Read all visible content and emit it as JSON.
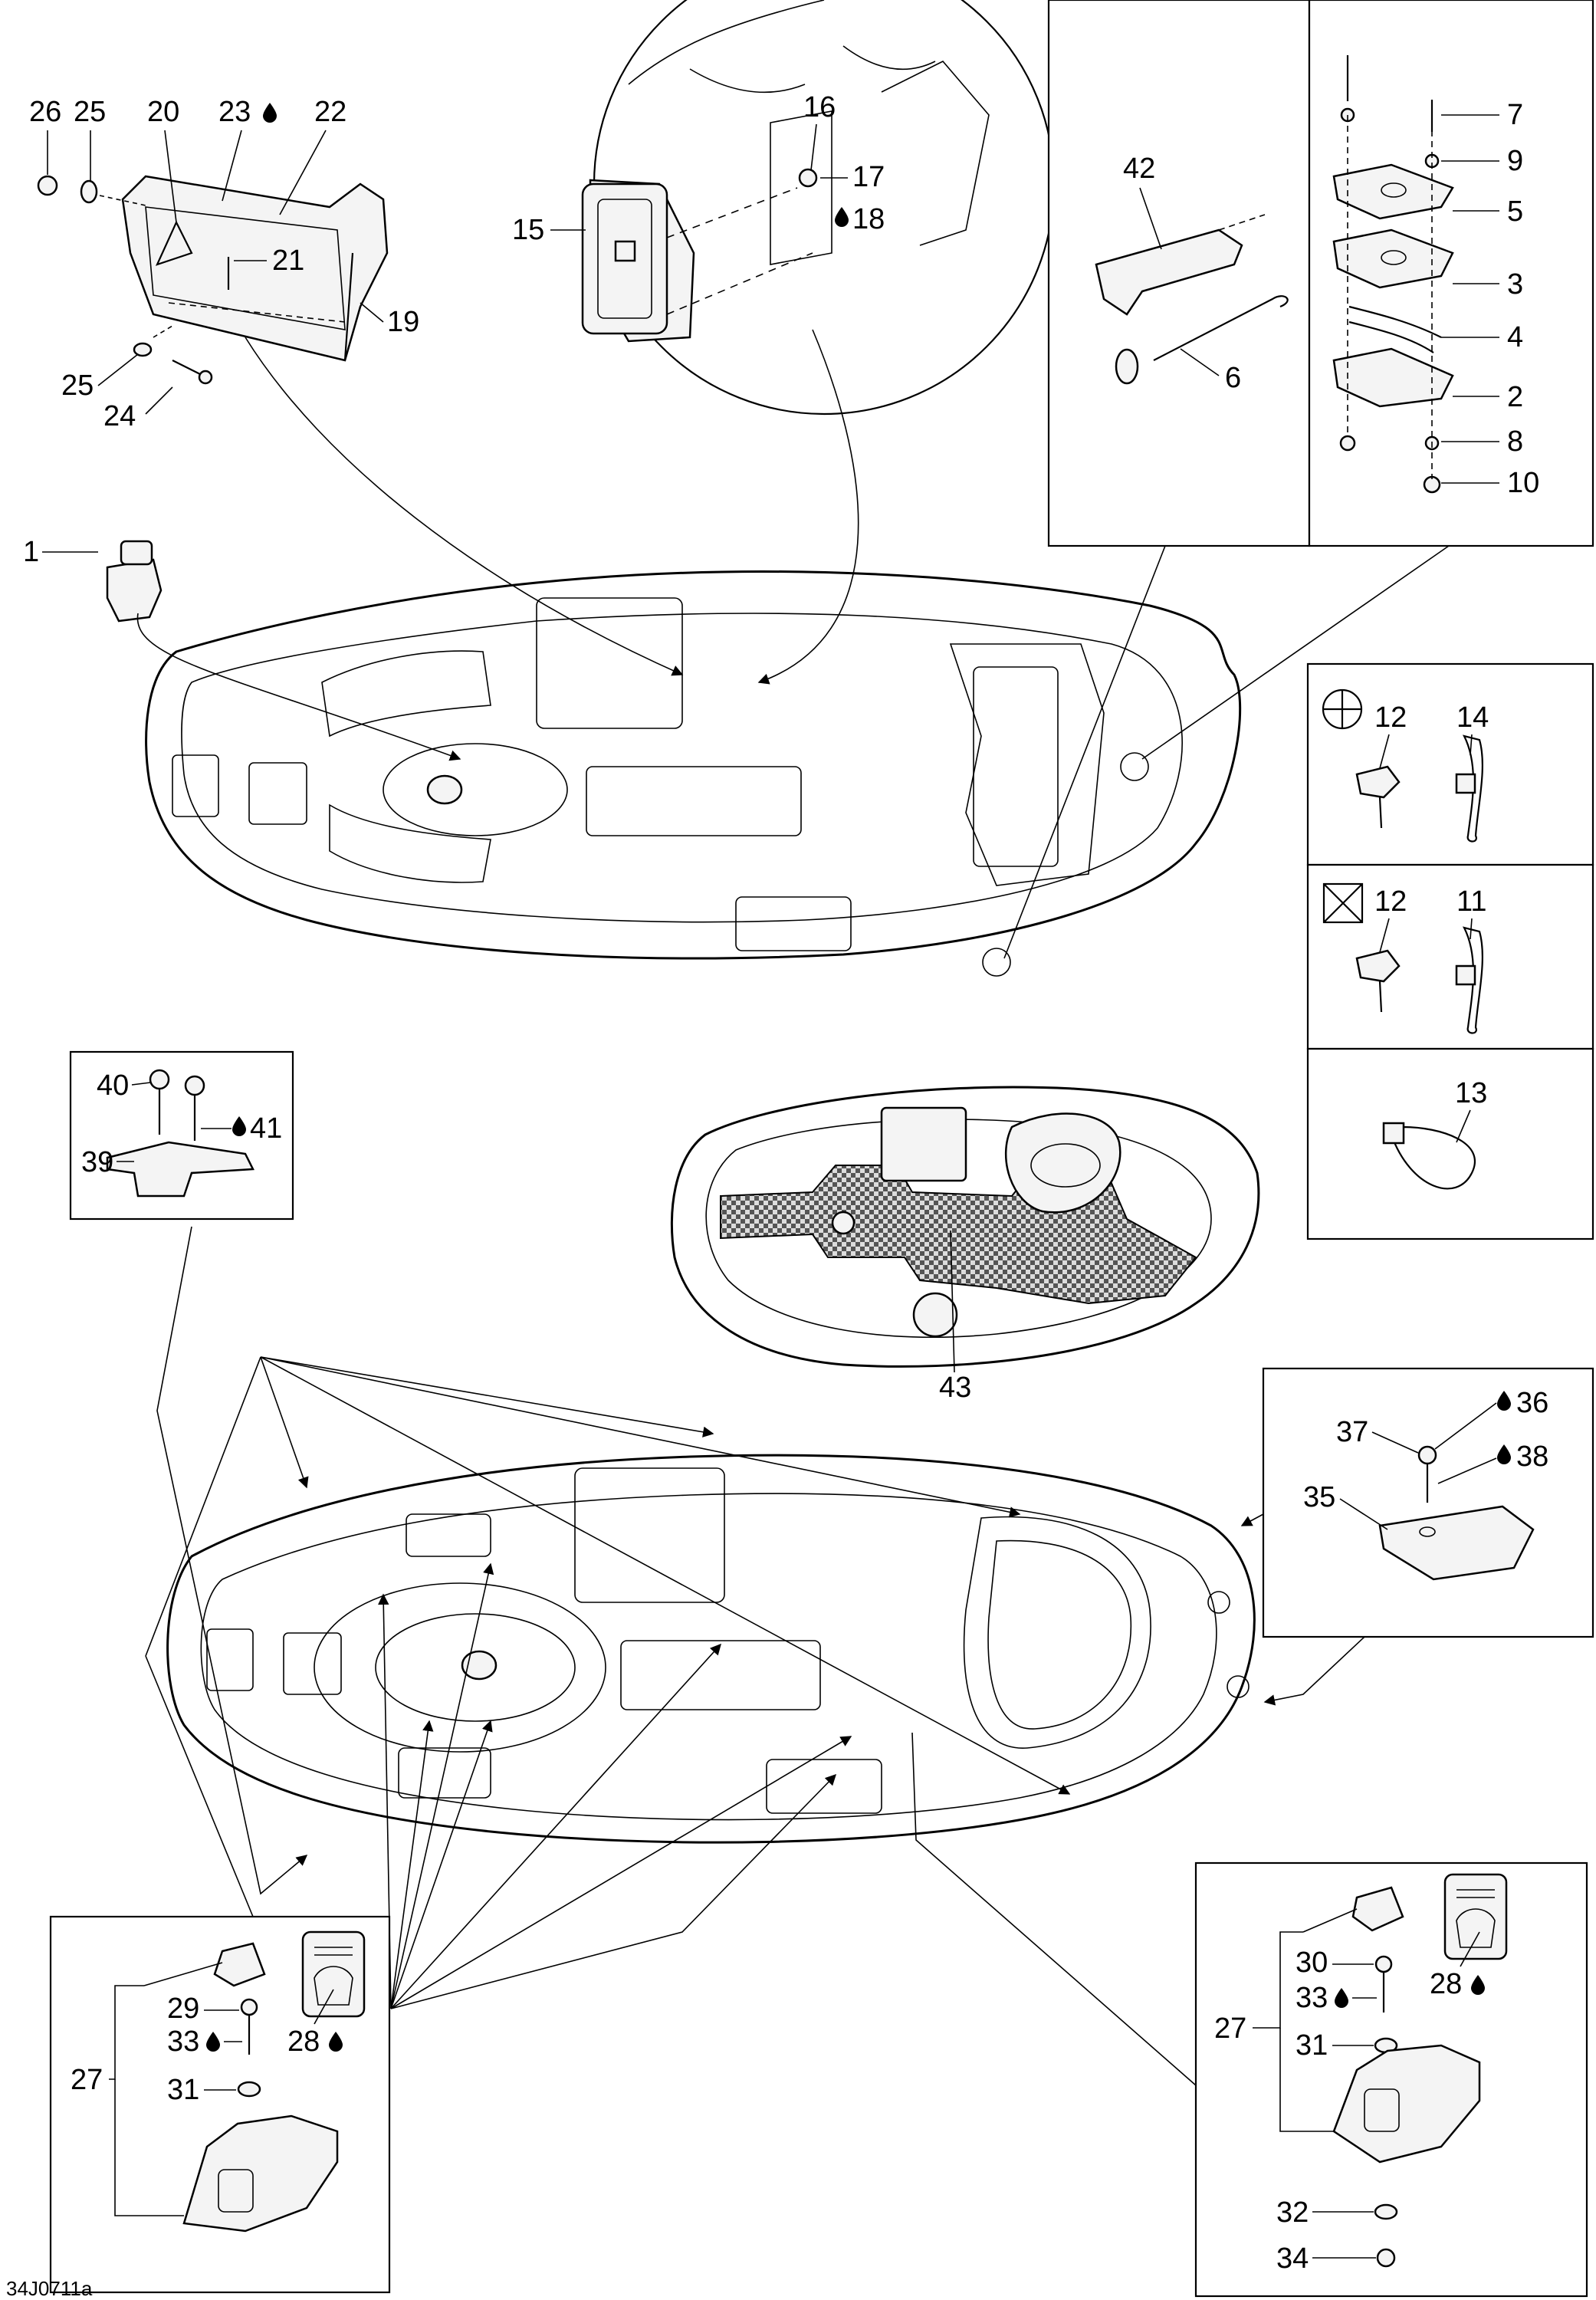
{
  "diagram": {
    "drawing_code": "34J0711a",
    "callouts": {
      "c1": "1",
      "c2": "2",
      "c3": "3",
      "c4": "4",
      "c5": "5",
      "c6": "6",
      "c7": "7",
      "c8": "8",
      "c9": "9",
      "c10": "10",
      "c11": "11",
      "c12a": "12",
      "c12b": "12",
      "c13": "13",
      "c14": "14",
      "c15": "15",
      "c16": "16",
      "c17": "17",
      "c18": "18",
      "c19": "19",
      "c20": "20",
      "c21": "21",
      "c22": "22",
      "c23": "23",
      "c24": "24",
      "c25a": "25",
      "c25b": "25",
      "c26": "26",
      "c27a": "27",
      "c27b": "27",
      "c28a": "28",
      "c28b": "28",
      "c29": "29",
      "c30": "30",
      "c31a": "31",
      "c31b": "31",
      "c32": "32",
      "c33a": "33",
      "c33b": "33",
      "c34": "34",
      "c35": "35",
      "c36": "36",
      "c37": "37",
      "c38": "38",
      "c39": "39",
      "c40": "40",
      "c41": "41",
      "c42": "42",
      "c43": "43"
    },
    "symbols": {
      "drop": "drop-symbol",
      "cross": "crosshair-symbol",
      "xbox": "x-box-symbol"
    },
    "colors": {
      "ink": "#000000",
      "paper": "#ffffff",
      "mat": "#777777"
    }
  }
}
